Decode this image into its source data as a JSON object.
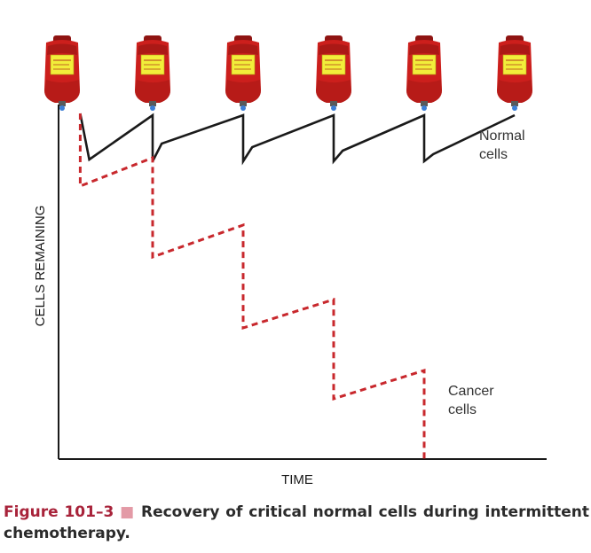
{
  "chart_data": {
    "type": "line",
    "title": "",
    "xlabel": "TIME",
    "ylabel": "CELLS REMAINING",
    "doses": 6,
    "series": [
      {
        "name": "Normal cells",
        "style": "solid",
        "color": "#1a1a1a",
        "x": [
          0.2,
          0.3,
          1.0,
          1.0,
          1.1,
          2.0,
          2.0,
          2.1,
          3.0,
          3.0,
          3.1,
          4.0,
          4.0,
          4.1,
          5.0
        ],
        "y": [
          97.5,
          84.5,
          97,
          84,
          89,
          97,
          84,
          88,
          97,
          84,
          87,
          97,
          84,
          86,
          97
        ]
      },
      {
        "name": "Cancer cells",
        "style": "dashed",
        "color": "#c8282d",
        "x": [
          0.2,
          0.2,
          1.0,
          1.0,
          2.0,
          2.0,
          3.0,
          3.0,
          4.0,
          4.0
        ],
        "y": [
          97.5,
          77,
          85,
          57,
          66,
          37,
          45,
          17,
          25,
          0
        ]
      }
    ],
    "annotations": [
      {
        "text_lines": [
          "Normal",
          "cells"
        ]
      },
      {
        "text_lines": [
          "Cancer",
          "cells"
        ]
      }
    ],
    "colors": {
      "bag": "#cc1f1c",
      "bag_dark": "#8f1412",
      "label": "#f2ee3a",
      "valve": "#3d7fd6"
    }
  },
  "caption": {
    "label": "Figure 101–3",
    "separator": "■",
    "text": "Recovery of critical normal cells during intermittent chemotherapy."
  }
}
